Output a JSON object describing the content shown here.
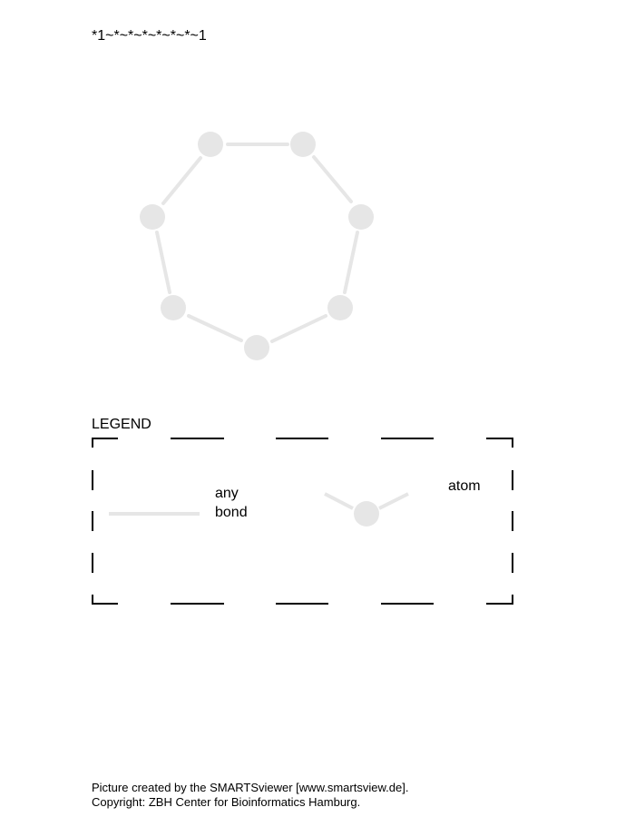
{
  "smarts": "*1~*~*~*~*~*~*~1",
  "legend": {
    "title": "LEGEND",
    "bond_label": "any\nbond",
    "atom_label": "atom"
  },
  "footer": {
    "line1": "Picture created by the SMARTSviewer [www.smartsview.de].",
    "line2": "Copyright: ZBH Center for Bioinformatics Hamburg."
  },
  "colors": {
    "atom": "#e6e6e6",
    "bond": "#e6e6e6",
    "legend_border": "#000000"
  }
}
